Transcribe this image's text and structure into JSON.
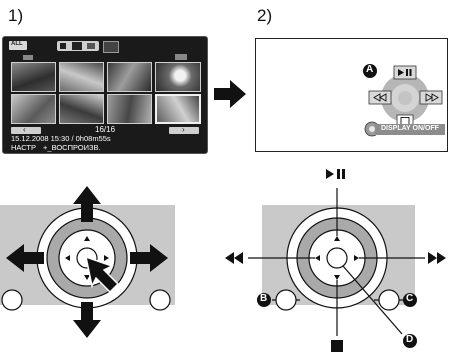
{
  "steps": {
    "one": "1)",
    "two": "2)"
  },
  "screen1": {
    "badge": "ALL",
    "counter": "16/16",
    "datetime": "15.12.2008 15:30 / 0h08m55s",
    "menu_label": "НАСТР",
    "mode_label": "ВОСПРОИЗВ."
  },
  "screen2": {
    "marker_a": "A",
    "display_label": "DISPLAY ON/OFF"
  },
  "diagram": {
    "marker_b": "B",
    "marker_c": "C",
    "marker_d": "D"
  },
  "colors": {
    "panel_gray": "#c9c9c9",
    "ring_gray": "#a9a9a9",
    "screen_bg": "#1a1a1a",
    "thumb_bg": "#3c3c3c",
    "marker_bg": "#111111"
  },
  "icons": [
    "arrow-right-icon",
    "play-pause-icon",
    "rewind-icon",
    "fast-forward-icon",
    "stop-icon",
    "cursor-pointer-icon"
  ]
}
